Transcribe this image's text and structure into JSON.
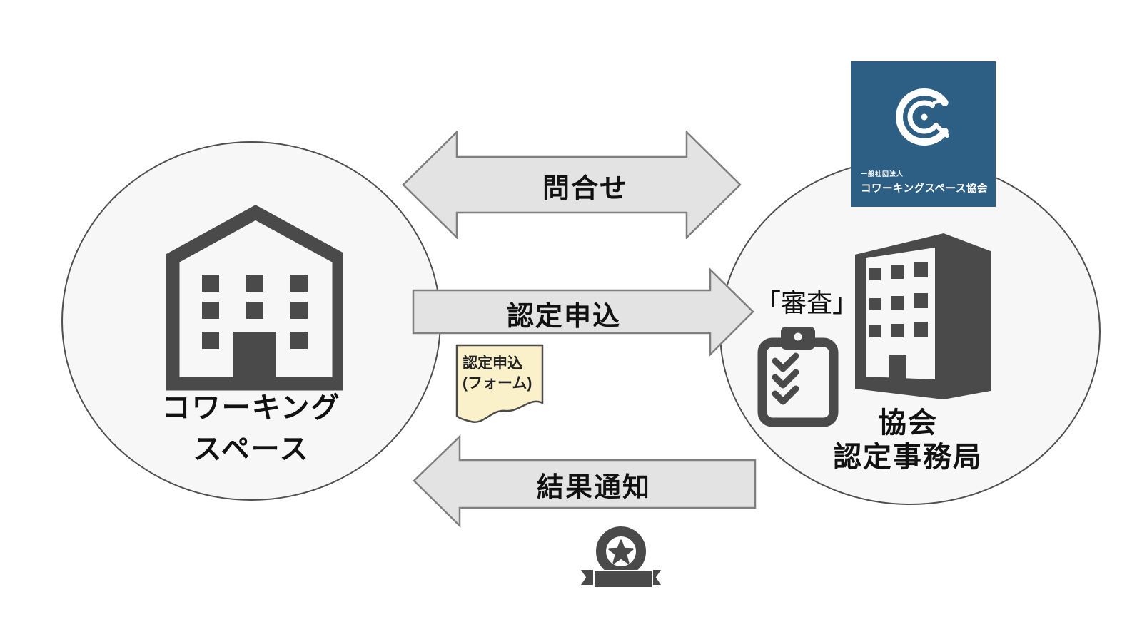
{
  "left_entity": {
    "name_line1": "コワーキング",
    "name_line2": "スペース"
  },
  "right_entity": {
    "name_line1": "協会",
    "name_line2": "認定事務局",
    "review_label": "「審査」"
  },
  "arrows": {
    "inquiry_label": "問合せ",
    "application_label": "認定申込",
    "result_label": "結果通知"
  },
  "form_note": {
    "line1": "認定申込",
    "line2": "(フォーム)"
  },
  "association_logo": {
    "org_type": "一般社団法人",
    "org_name": "コワーキングスペース協会"
  },
  "icons": {
    "left_circle_icon": "house-building-icon",
    "right_circle_icon": "office-building-icon",
    "checklist_icon": "clipboard-checklist-icon",
    "award_icon": "award-ribbon-icon",
    "logo_icon": "association-logo-icon"
  },
  "colors": {
    "logo_blue": "#2d5e84",
    "icon_gray": "#4a4a4a",
    "arrow_fill": "#e3e3e3",
    "arrow_border": "#7f7f7f",
    "circle_fill": "#f7f7f7",
    "circle_border": "#4f4f4f",
    "note_fill": "#faf0ca",
    "note_border": "#4a4a4a",
    "text_black": "#111111",
    "logo_text": "#ffffff"
  }
}
